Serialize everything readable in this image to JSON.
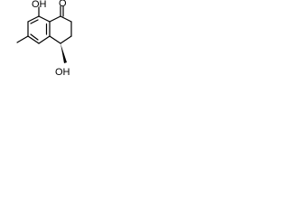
{
  "structure": {
    "labels": {
      "top_oh": "OH",
      "carbonyl_o": "O",
      "bottom_oh": "OH"
    },
    "colors": {
      "stroke": "#000000",
      "background": "#ffffff"
    }
  }
}
